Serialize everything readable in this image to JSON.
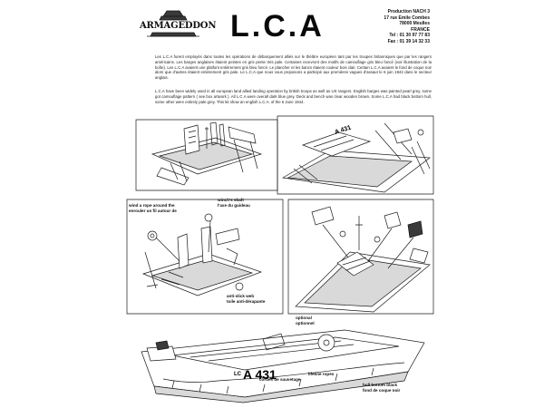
{
  "header": {
    "logo_text": "ARMAGEDDON",
    "title": "L.C.A",
    "address_lines": [
      "Production NACH 3",
      "17 rue Emile Combes",
      "78000 Meulles",
      "FRANCE",
      "Tel : 01 30 97 77 83",
      "Fax : 01 39 14 32 33"
    ]
  },
  "intro": {
    "french": "Les L.C.A furent employés dans toutes les opérations de débarquement alliés sur le théâtre européen tant par les troupes britanniques que par les rangers américains. Les barges anglaises étaient peintes en gris pente très pale. Certaines recevront des motifs de camouflage gris bleu foncé (voir illustration de la boîte). Les L.C.A avaient une platfont entièrement gris bleu foncé. Le plancher et les bancs étaient couleur bois clair. Certain L.C.A avaient le fond de coque noir alors que d'autres étaient entièrement gris pale. Le L.C.A que nous vous proposons a participé aux premières vagues d'assaut le 6 juin 1944 dans le secteur anglais.",
    "english": "L.C.A have been widely used in all european land allied landing operation by british troops as well as US rangers. English barges was painted pearl grey, some got camouflage pattern ( see box artwork ). All L.C.A were overall dark blue grey. Deck and bench was clear wooden brown. Some L.C.A had black bottom hull, some other were entirely pale grey. This kit show an english L.C.A. of the 6 June 1944."
  },
  "callouts": {
    "wind_rope_en": "wind a rope around the",
    "wind_rope_fr": "enrouler un fil autour de",
    "winch_shaft_en": "winch's shaft",
    "winch_shaft_fr": "l'axe du guideau",
    "anti_slip_en": "anti-slick web",
    "anti_slip_fr": "toile anti-dérapante",
    "optional_en": "optional",
    "optional_fr": "optionnel",
    "camouflage_rope": "cordes de sauvetage",
    "lifeline_ropes": "lifeline ropes",
    "hull_bottom_en": "hull bottom black",
    "hull_bottom_fr": "fond de coque noir",
    "hull_number": "A 431",
    "hull_prefix": "LC"
  },
  "colors": {
    "ink": "#1a1a1a",
    "paper": "#ffffff",
    "grey": "#d9d9d9"
  }
}
